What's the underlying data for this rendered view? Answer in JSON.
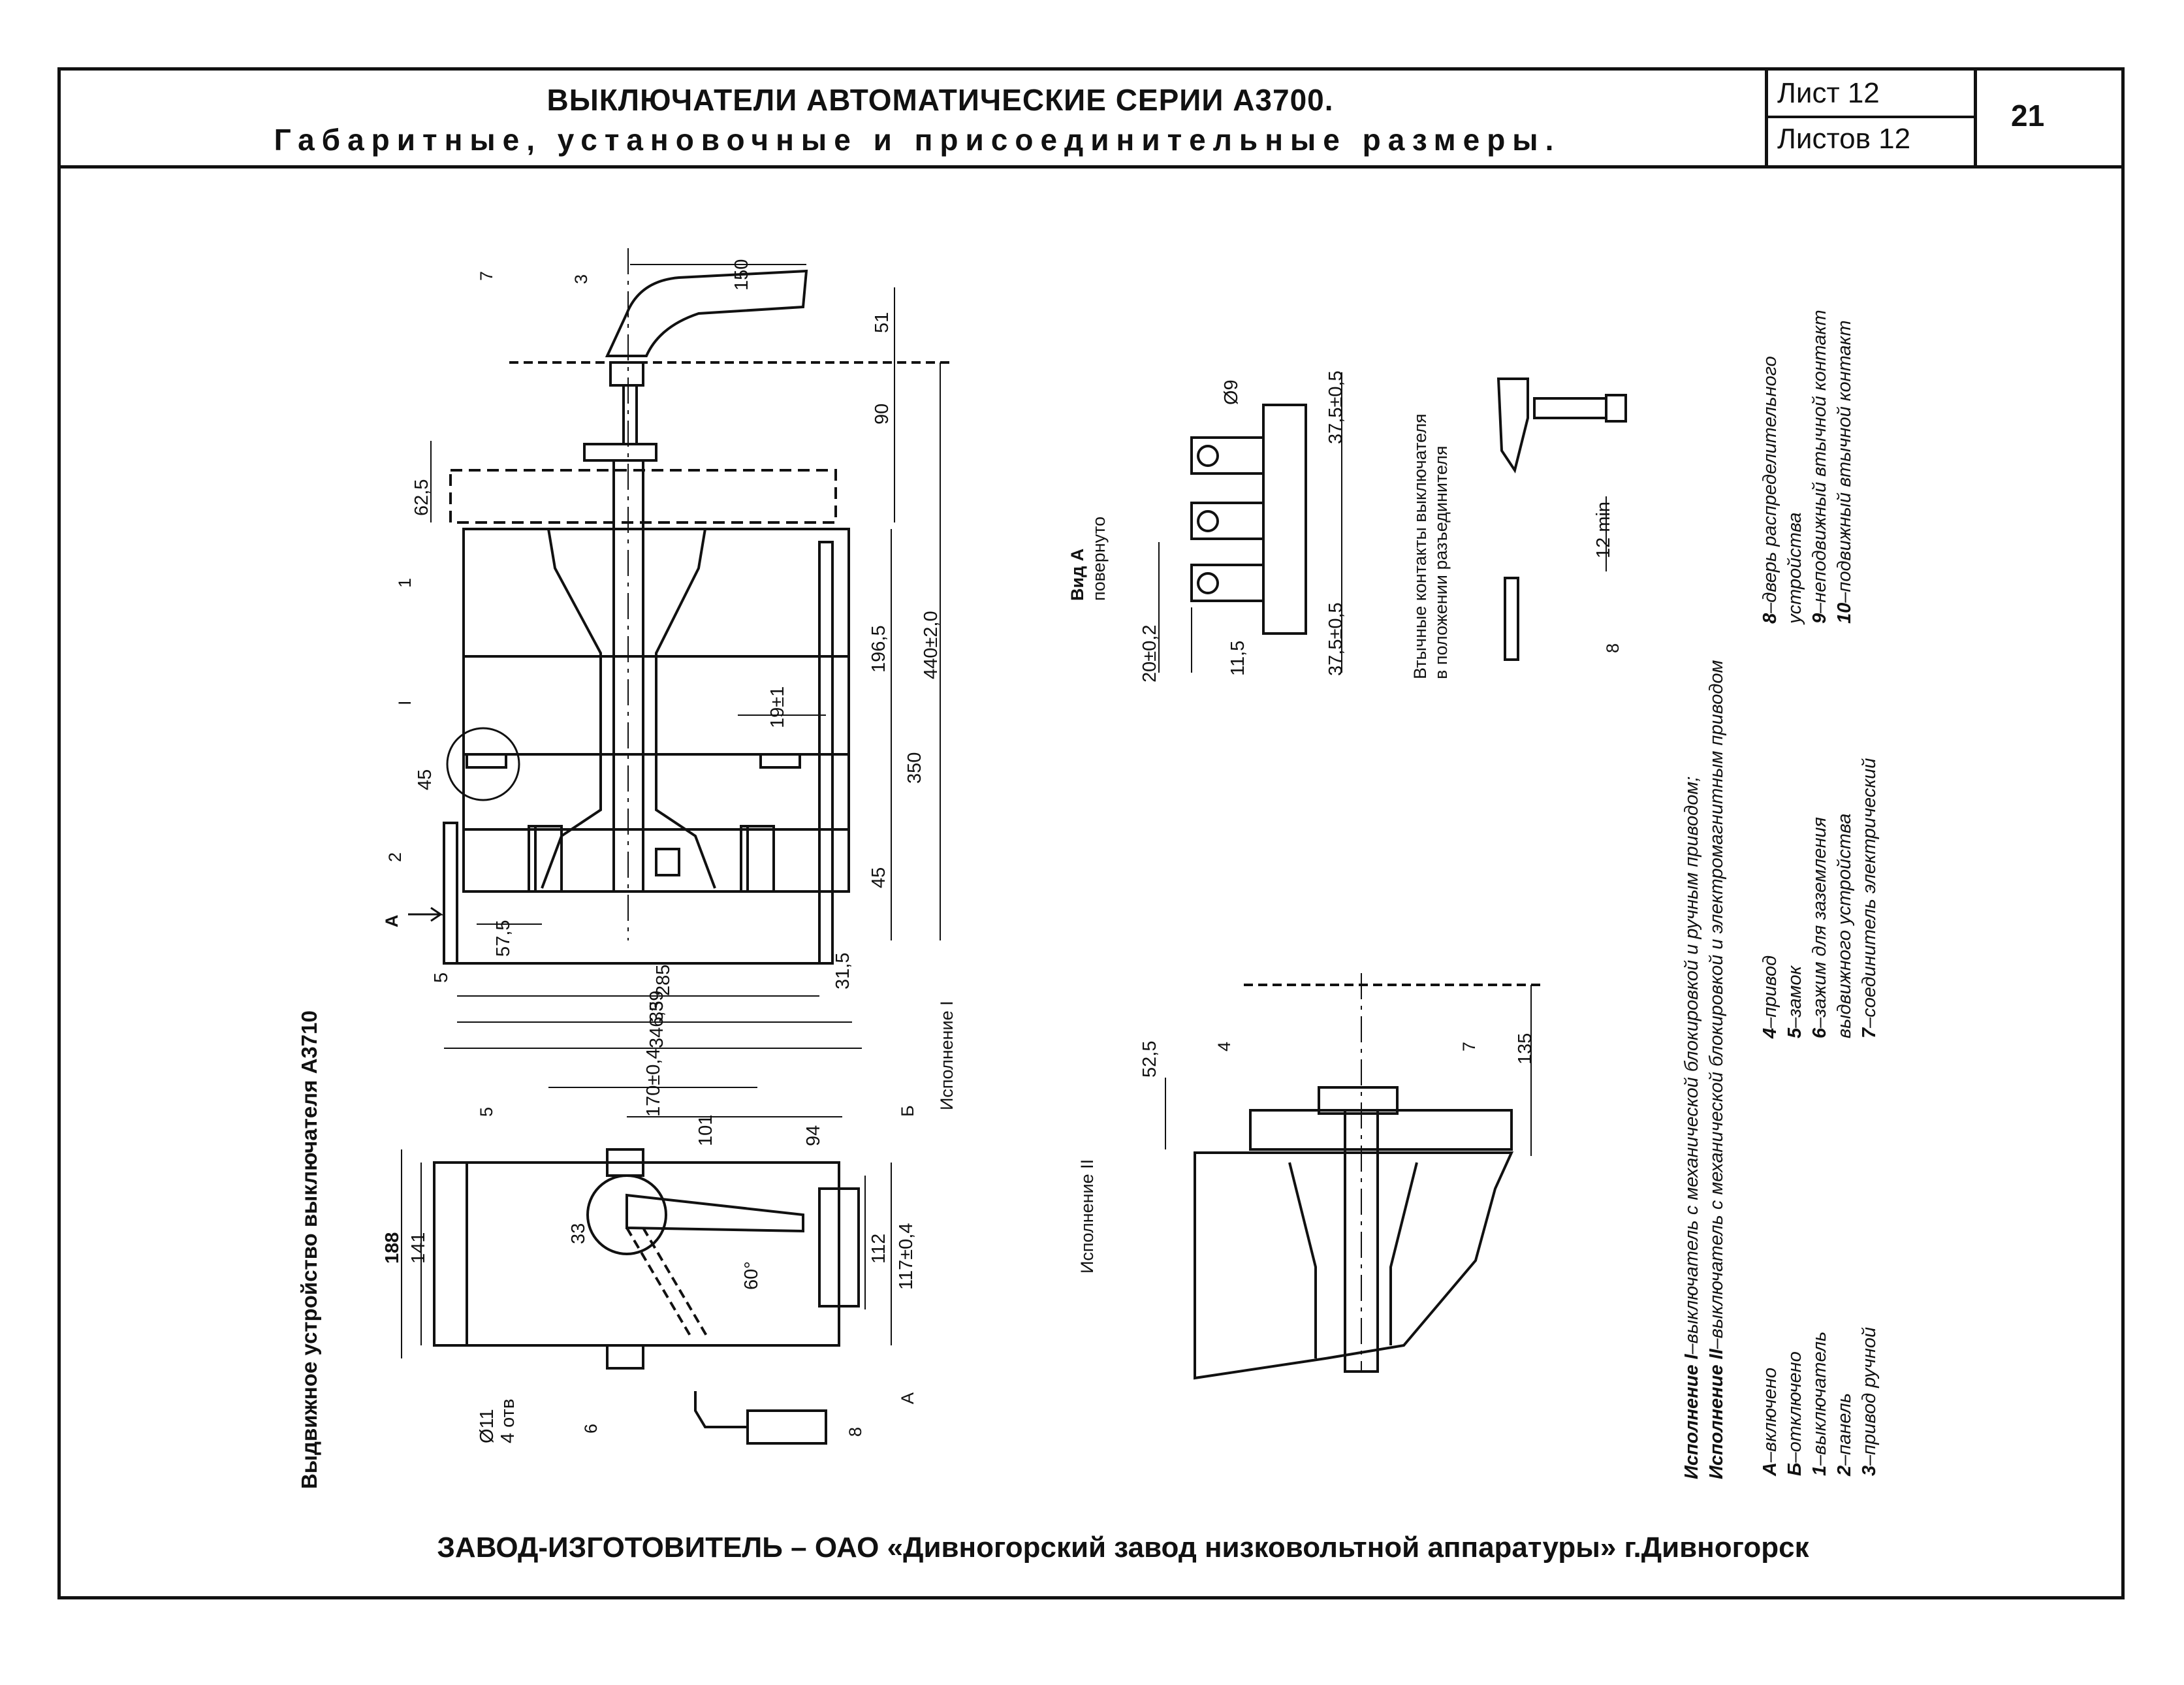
{
  "header": {
    "title": "ВЫКЛЮЧАТЕЛИ АВТОМАТИЧЕСКИЕ СЕРИИ А3700.",
    "subtitle": "Габаритные, установочные и присоединительные размеры.",
    "sheet": "Лист 12",
    "sheets_total": "Листов 12",
    "page": "21"
  },
  "drawing_title": "Выдвижное устройство выключателя А3710",
  "labels": {
    "exec1": "Исполнение I",
    "exec2": "Исполнение II",
    "view_a": "Вид А",
    "view_a_sub": "повернуто",
    "contacts_note_1": "Втычные контакты выключателя",
    "contacts_note_2": "в положении разъединителя",
    "arrow_a": "A",
    "roman_1": "I"
  },
  "dimensions": {
    "d150": "150",
    "d51": "51",
    "d90": "90",
    "d62_5": "62,5",
    "d196_5": "196,5",
    "d440": "440±2,0",
    "d19": "19±1",
    "d350": "350",
    "d45a": "45",
    "d45b": "45",
    "d57_5": "57,5",
    "d5": "5",
    "d285": "285",
    "d31_5": "31,5",
    "d339": "339",
    "d346_5": "346,5",
    "d170": "170±0,4",
    "d101": "101",
    "d94": "94",
    "d188": "188",
    "d141": "141",
    "d33": "33",
    "d112": "112",
    "d117": "117±0,4",
    "d60": "60°",
    "d11": "Ø11",
    "d4otv": "4 отв",
    "d9": "Ø9",
    "d37a": "37,5±0,5",
    "d37b": "37,5±0,5",
    "d20": "20±0,2",
    "d11_5": "11,5",
    "d12min": "12 min",
    "d52_5": "52,5",
    "d135": "135"
  },
  "callouts": [
    "1",
    "2",
    "3",
    "4",
    "5",
    "6",
    "7",
    "8",
    "Б",
    "A"
  ],
  "legend": {
    "exec1_bold": "Исполнение I",
    "exec1_text": "–выключатель с механической блокировкой и ручным приводом;",
    "exec2_bold": "Исполнение II",
    "exec2_text": "–выключатель с механической блокировкой и электромагнитным приводом",
    "col1": [
      {
        "k": "А",
        "v": "–включено"
      },
      {
        "k": "Б",
        "v": "–отключено"
      },
      {
        "k": "1",
        "v": "–выключатель"
      },
      {
        "k": "2",
        "v": "–панель"
      },
      {
        "k": "3",
        "v": "–привод ручной"
      }
    ],
    "col2": [
      {
        "k": "4",
        "v": "–привод"
      },
      {
        "k": "5",
        "v": "–замок"
      },
      {
        "k": "6",
        "v": "–зажим для заземления"
      },
      {
        "k": "",
        "v": "выдвижного устройства"
      },
      {
        "k": "7",
        "v": "–соединитель электрический"
      }
    ],
    "col3": [
      {
        "k": "8",
        "v": "–дверь распределительного"
      },
      {
        "k": "",
        "v": "устройства"
      },
      {
        "k": "9",
        "v": "–неподвижный втычной контакт"
      },
      {
        "k": "10",
        "v": "–подвижный втычной контакт"
      }
    ]
  },
  "footer": "ЗАВОД-ИЗГОТОВИТЕЛЬ – ОАО «Дивногорский завод низковольтной аппаратуры» г.Дивногорск"
}
